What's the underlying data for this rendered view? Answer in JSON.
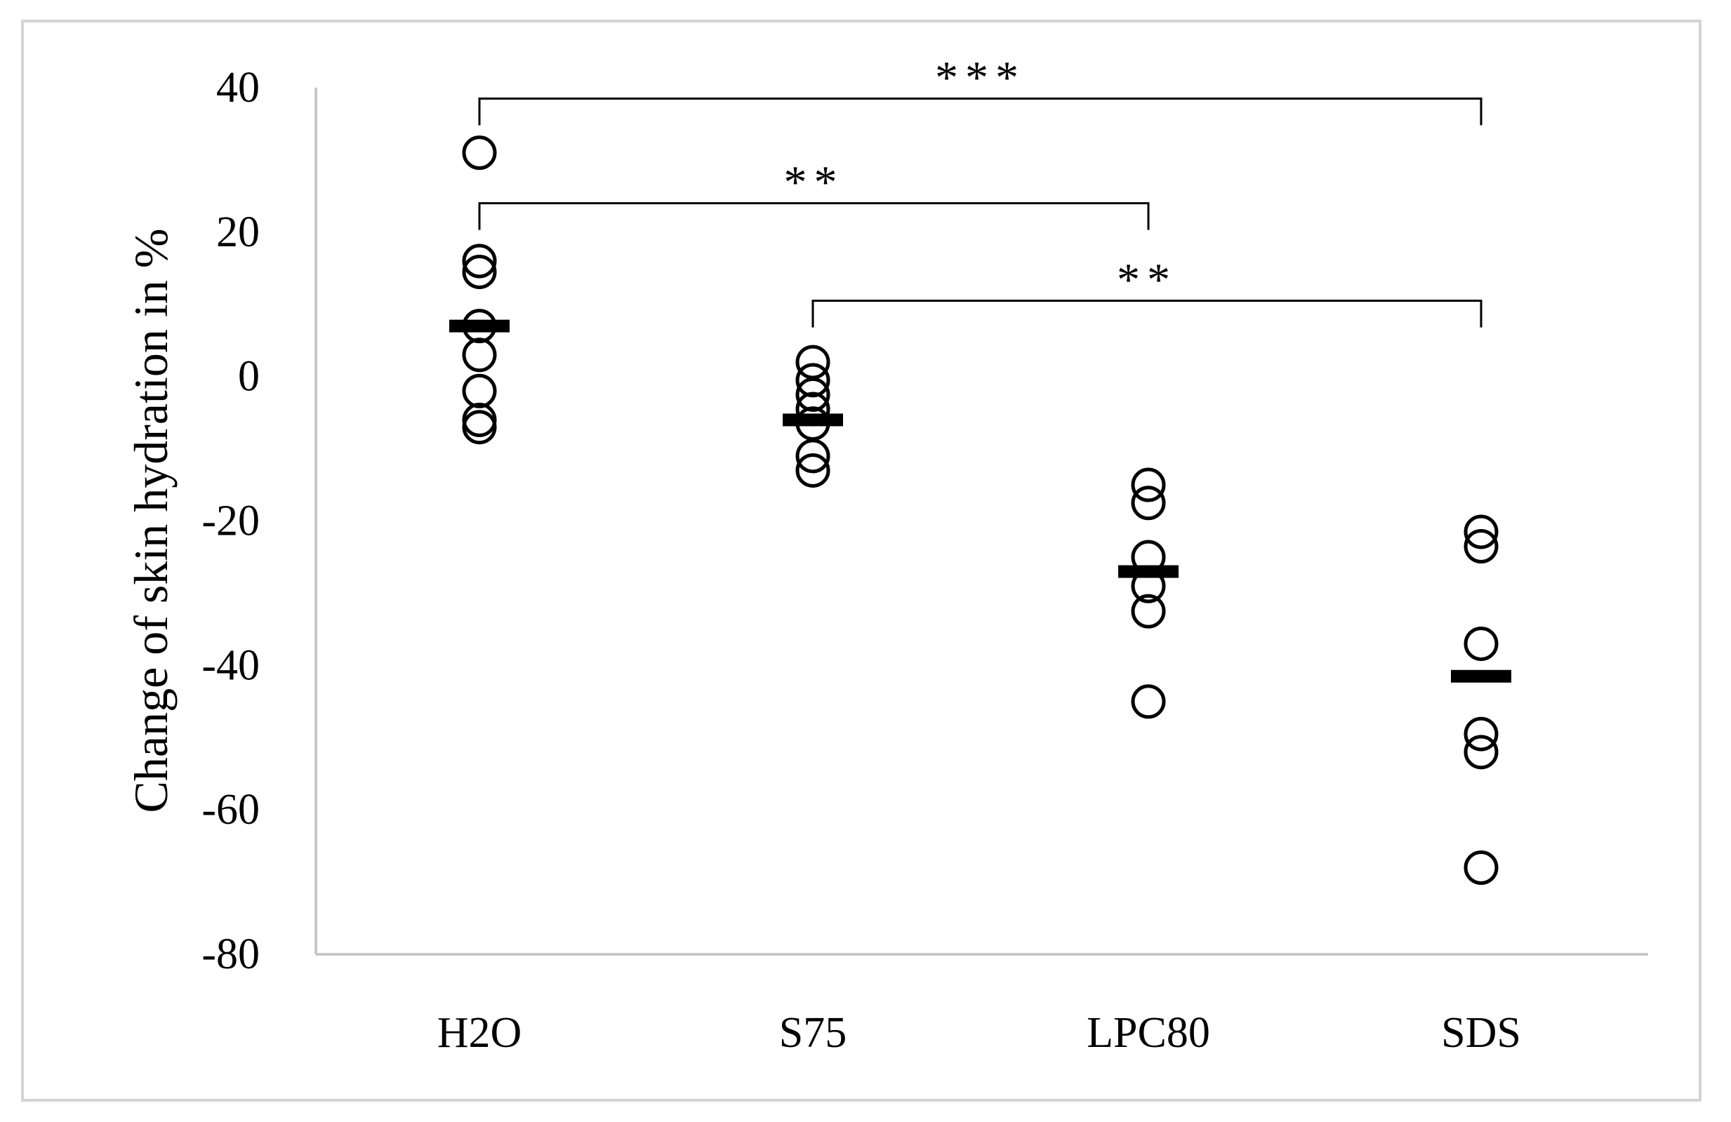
{
  "chart_data": {
    "type": "scatter",
    "title": "",
    "xlabel": "",
    "ylabel": "Change of skin hydration in %",
    "ylim": [
      -80,
      40
    ],
    "yticks": [
      40,
      20,
      0,
      -20,
      -40,
      -60,
      -80
    ],
    "ytick_labels": [
      "40",
      "20",
      "0",
      "-20",
      "-40",
      "-60",
      "-80"
    ],
    "grid": false,
    "legend": "none",
    "marker_color": "#000000",
    "axis_color": "#c8c8c8",
    "categories": [
      "H2O",
      "S75",
      "LPC80",
      "SDS"
    ],
    "points": [
      [
        31,
        16,
        14.5,
        7,
        3,
        -2,
        -6,
        -7
      ],
      [
        2,
        -0.5,
        -2.5,
        -4.5,
        -6.5,
        -11,
        -13
      ],
      [
        -15,
        -17.5,
        -25,
        -29,
        -32.5,
        -45
      ],
      [
        -21.5,
        -23.5,
        -37,
        -49.5,
        -52,
        -68
      ]
    ],
    "means": [
      7,
      -6,
      -27,
      -41.5
    ],
    "significance": [
      {
        "from": "H2O",
        "to": "SDS",
        "label": "***",
        "y": 38.5
      },
      {
        "from": "H2O",
        "to": "LPC80",
        "label": "**",
        "y": 24
      },
      {
        "from": "S75",
        "to": "SDS",
        "label": "**",
        "y": 10.5
      }
    ]
  }
}
